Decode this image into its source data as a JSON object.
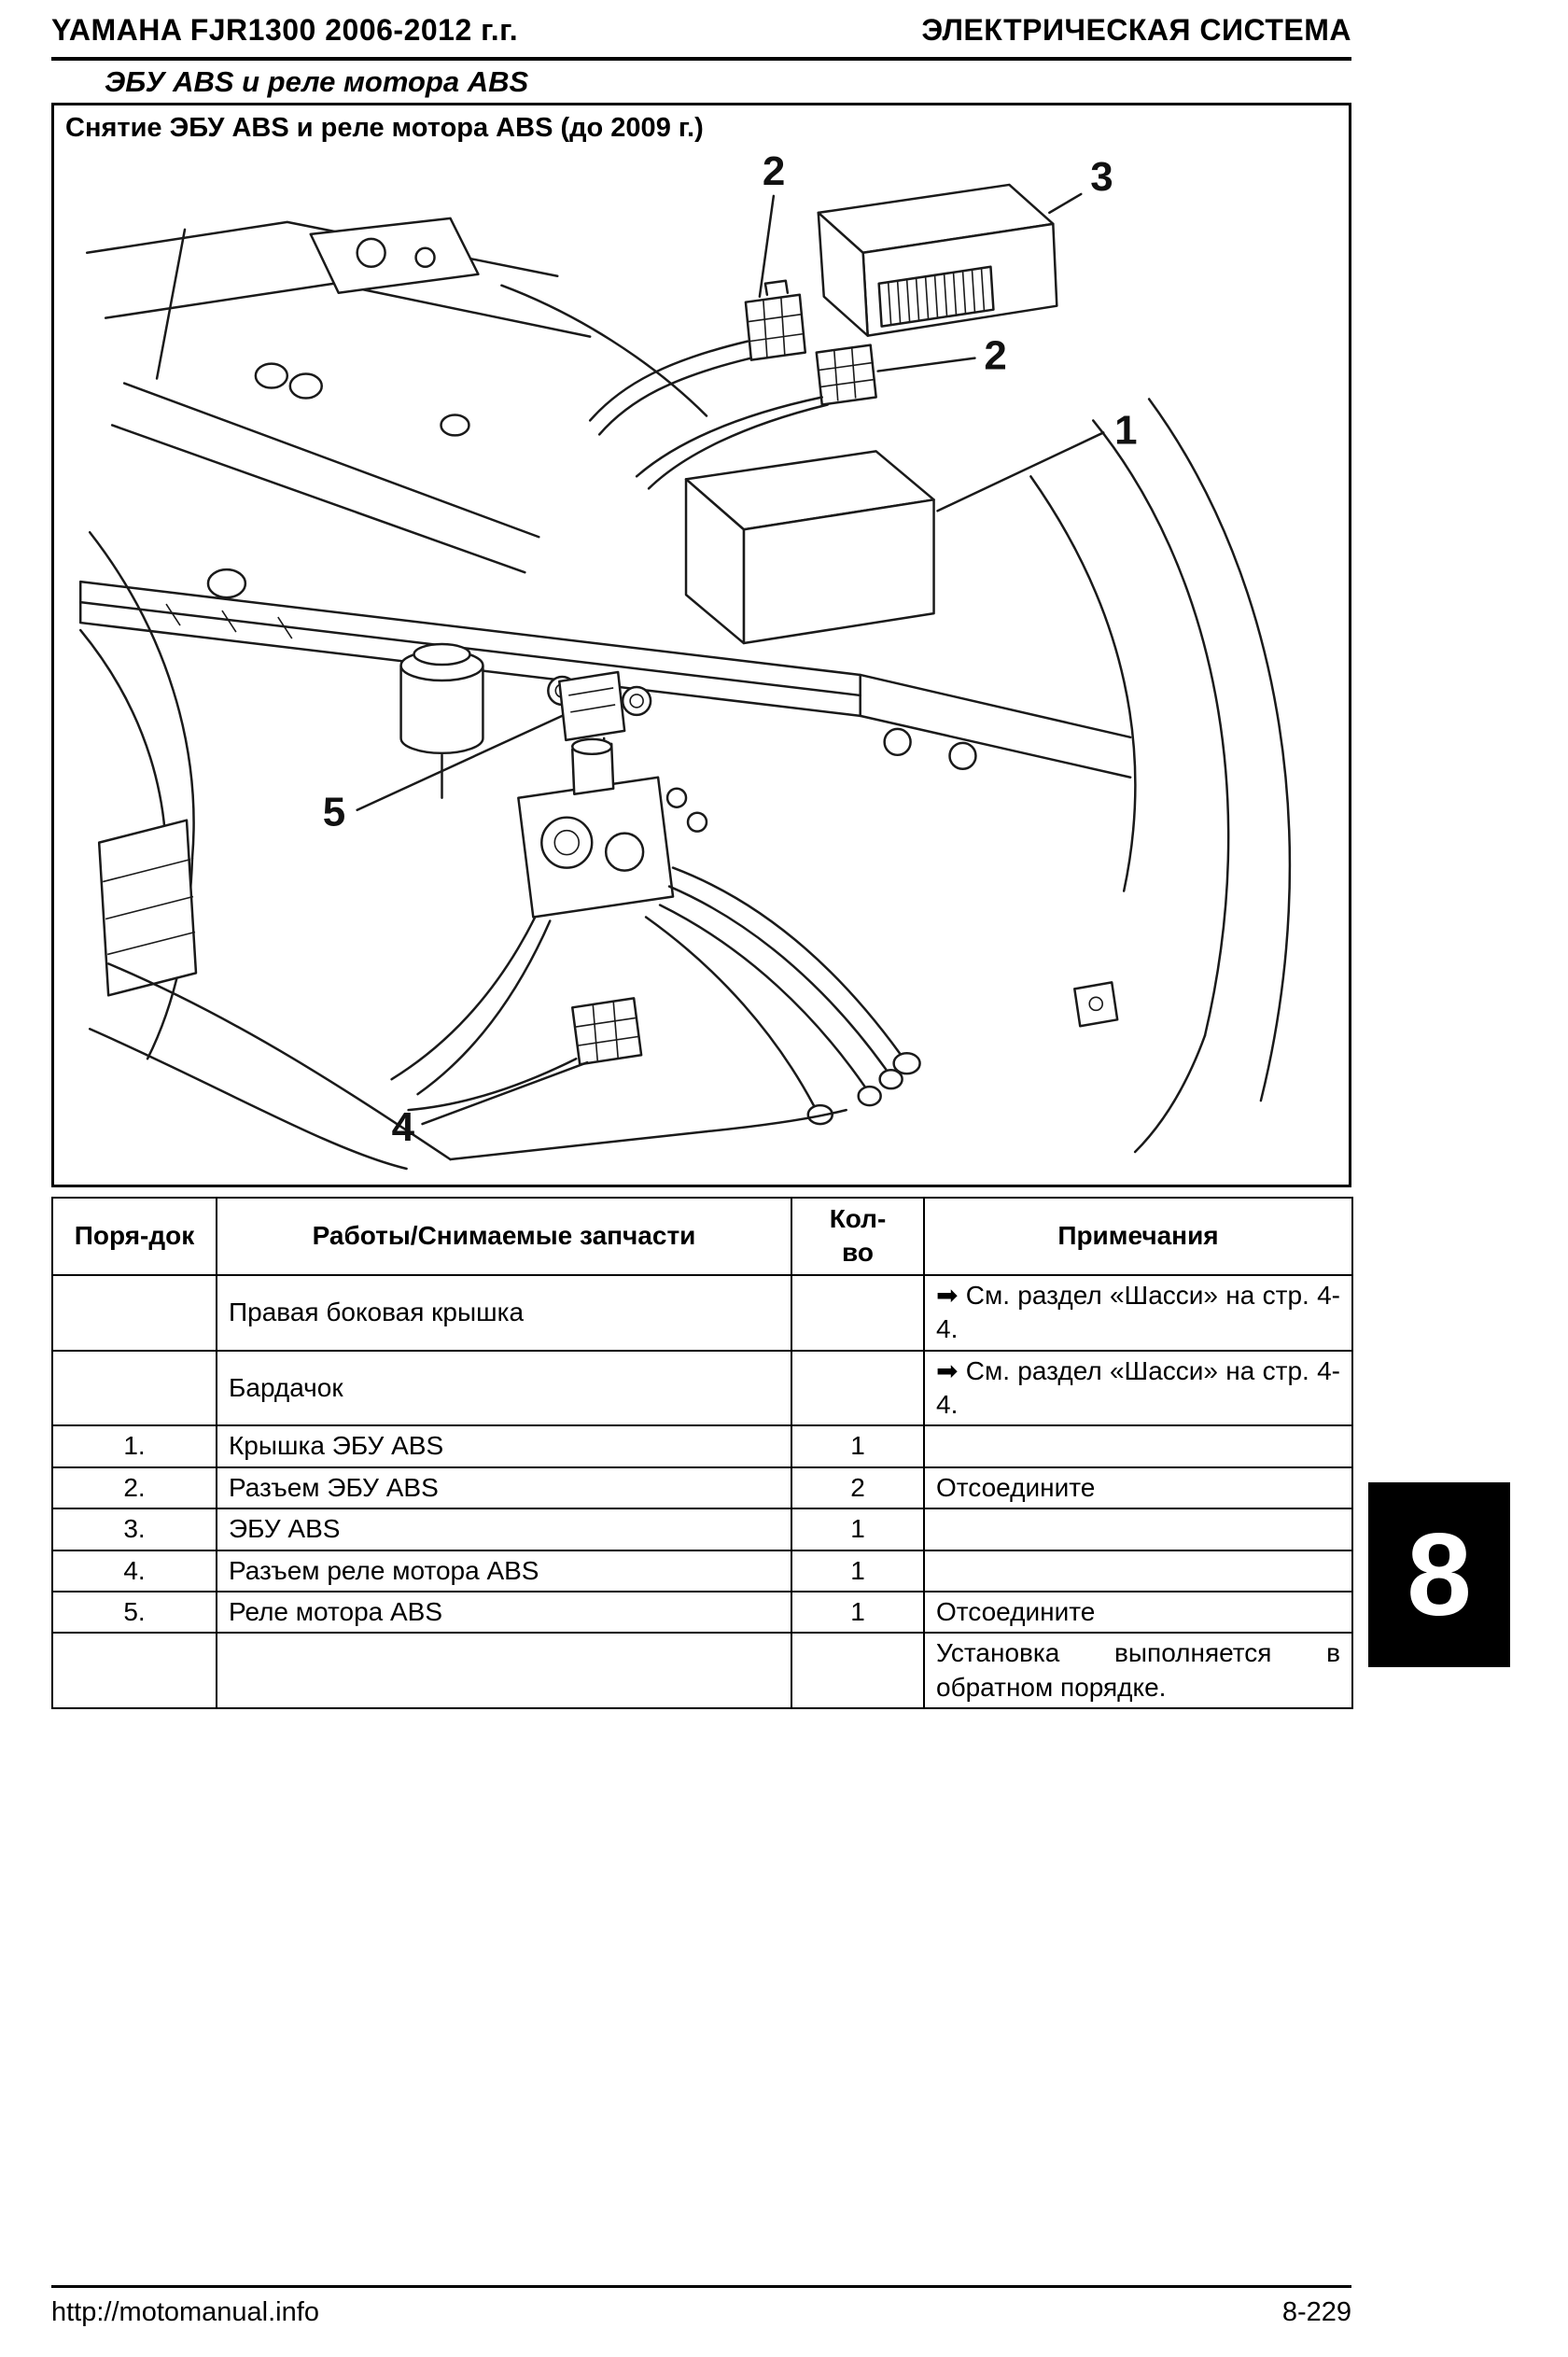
{
  "header": {
    "left": "YAMAHA FJR1300 2006-2012 г.г.",
    "right": "ЭЛЕКТРИЧЕСКАЯ СИСТЕМА"
  },
  "section_title": "ЭБУ ABS и реле мотора ABS",
  "figure": {
    "caption": "Снятие ЭБУ ABS и реле мотора ABS (до 2009 г.)",
    "callouts": [
      {
        "label": "2"
      },
      {
        "label": "3"
      },
      {
        "label": "2"
      },
      {
        "label": "1"
      },
      {
        "label": "5"
      },
      {
        "label": "4"
      }
    ]
  },
  "table": {
    "headers": [
      "Поря-док",
      "Работы/Снимаемые запчасти",
      "Кол-во",
      "Примечания"
    ],
    "rows": [
      {
        "order": "",
        "work": "Правая боковая крышка",
        "qty": "",
        "note": "➡ См. раздел «Шасси» на стр. 4-4."
      },
      {
        "order": "",
        "work": "Бардачок",
        "qty": "",
        "note": "➡ См. раздел «Шасси» на стр. 4-4."
      },
      {
        "order": "1.",
        "work": "Крышка ЭБУ ABS",
        "qty": "1",
        "note": ""
      },
      {
        "order": "2.",
        "work": "Разъем ЭБУ ABS",
        "qty": "2",
        "note": "Отсоедините"
      },
      {
        "order": "3.",
        "work": "ЭБУ ABS",
        "qty": "1",
        "note": ""
      },
      {
        "order": "4.",
        "work": "Разъем реле мотора ABS",
        "qty": "1",
        "note": ""
      },
      {
        "order": "5.",
        "work": "Реле мотора ABS",
        "qty": "1",
        "note": "Отсоедините"
      },
      {
        "order": "",
        "work": "",
        "qty": "",
        "note": "Установка выполняется в обратном порядке."
      }
    ]
  },
  "chapter_tab": "8",
  "footer": {
    "left": "http://motomanual.info",
    "right": "8-229"
  }
}
